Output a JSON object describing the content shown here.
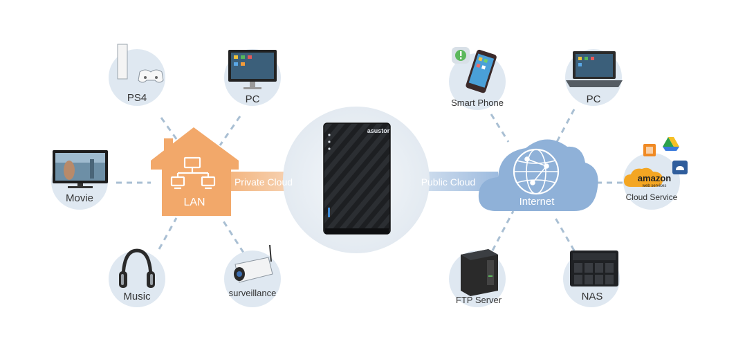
{
  "colors": {
    "circle": "#dfe8f1",
    "dash": "#a9bfd3",
    "house": "#f2a86a",
    "cloud": "#8fb1d8",
    "device_bg": "#e9eef4"
  },
  "hub": {
    "device_brand": "asustor",
    "left_link_label": "Private Cloud",
    "right_link_label": "Public Cloud"
  },
  "lan": {
    "label": "LAN",
    "icon": "network-topology-icon",
    "devices": [
      {
        "label": "PS4",
        "icon": "game-console-icon"
      },
      {
        "label": "PC",
        "icon": "monitor-icon"
      },
      {
        "label": "Movie",
        "icon": "tv-icon"
      },
      {
        "label": "Music",
        "icon": "headphones-icon"
      },
      {
        "label": "surveillance",
        "icon": "ip-camera-icon"
      }
    ]
  },
  "internet": {
    "label": "Internet",
    "icon": "globe-icon",
    "devices": [
      {
        "label": "Smart Phone",
        "icon": "smartphone-icon"
      },
      {
        "label": "PC",
        "icon": "laptop-icon"
      },
      {
        "label": "Cloud Service",
        "icon": "cloud-service-icon"
      },
      {
        "label": "FTP Server",
        "icon": "server-tower-icon"
      },
      {
        "label": "NAS",
        "icon": "nas-icon"
      }
    ],
    "cloud_logos": {
      "amazon": "amazon",
      "amazon_sub": "web services",
      "hidrive": "HiDrive",
      "gdrive": "Google Drive"
    }
  }
}
